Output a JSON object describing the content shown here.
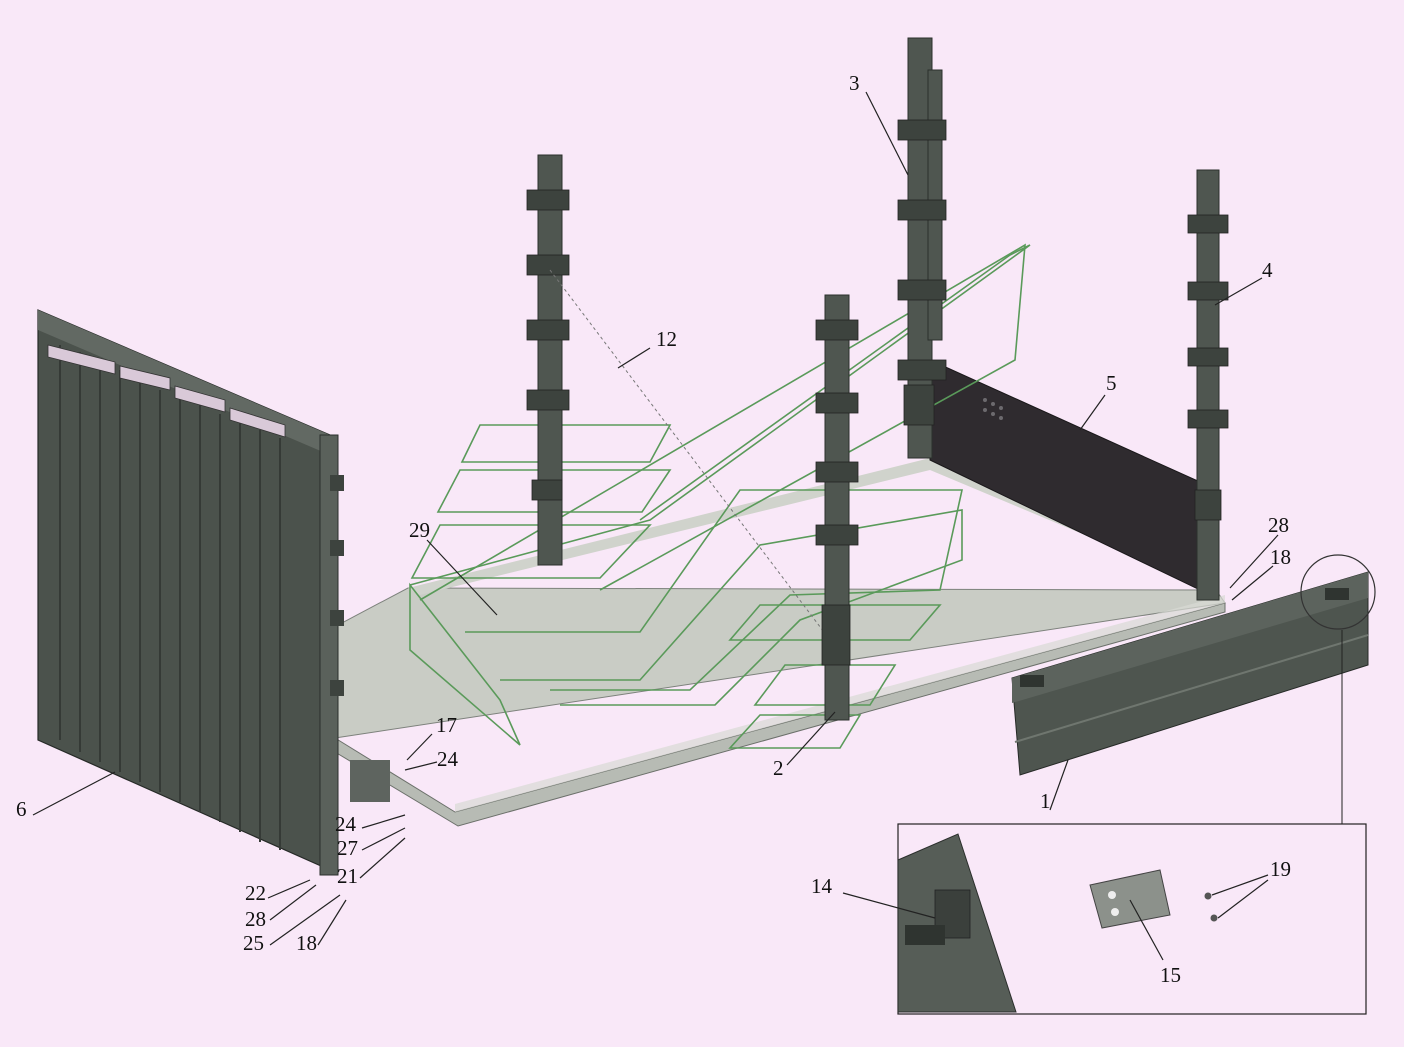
{
  "diagram": {
    "callouts": [
      {
        "id": "c1",
        "text": "1"
      },
      {
        "id": "c2",
        "text": "2"
      },
      {
        "id": "c3",
        "text": "3"
      },
      {
        "id": "c4",
        "text": "4"
      },
      {
        "id": "c5",
        "text": "5"
      },
      {
        "id": "c6",
        "text": "6"
      },
      {
        "id": "c12",
        "text": "12"
      },
      {
        "id": "c14",
        "text": "14"
      },
      {
        "id": "c15",
        "text": "15"
      },
      {
        "id": "c17",
        "text": "17"
      },
      {
        "id": "c18a",
        "text": "18"
      },
      {
        "id": "c18b",
        "text": "18"
      },
      {
        "id": "c19",
        "text": "19"
      },
      {
        "id": "c21",
        "text": "21"
      },
      {
        "id": "c22",
        "text": "22"
      },
      {
        "id": "c24a",
        "text": "24"
      },
      {
        "id": "c24b",
        "text": "24"
      },
      {
        "id": "c25",
        "text": "25"
      },
      {
        "id": "c27",
        "text": "27"
      },
      {
        "id": "c28a",
        "text": "28"
      },
      {
        "id": "c28b",
        "text": "28"
      },
      {
        "id": "c29",
        "text": "29"
      }
    ]
  },
  "colors": {
    "background": "#f9e8f8",
    "floor": "#c8cbc4",
    "steel_dark": "#4f5650",
    "front_board": "#2e2a2e",
    "outline_green": "#5a9a5a"
  }
}
